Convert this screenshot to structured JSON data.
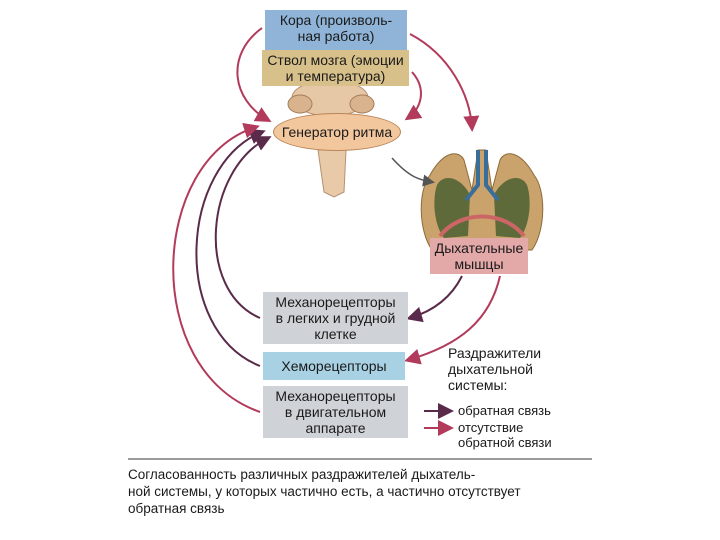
{
  "boxes": {
    "cortex": [
      "Кора (произволь-",
      "ная работа)"
    ],
    "stem": [
      "Ствол мозга (эмоции",
      "и температура)"
    ],
    "generator": "Генератор ритма",
    "muscles": [
      "Дыхательные",
      "мышцы"
    ],
    "mech_lungs": [
      "Механорецепторы",
      "в легких и грудной",
      "клетке"
    ],
    "chemo": "Хеморецепторы",
    "mech_motor": [
      "Механорецепторы",
      "в двигательном",
      "аппарате"
    ]
  },
  "legend": {
    "title": [
      "Раздражители",
      "дыхательной",
      "системы:"
    ],
    "feedback": "обратная связь",
    "no_feedback": [
      "отсутствие",
      "обратной связи"
    ]
  },
  "caption": [
    "Согласованность различных раздражителей дыхатель-",
    "ной системы, у которых частично есть, а частично отсутствует",
    "обратная связь"
  ],
  "colors": {
    "feedback_arrow": "#5a2a4a",
    "no_feedback_arrow": "#b23a5a",
    "cortex": "#8fb4d8",
    "stem": "#d8c08a",
    "generator": "#f3c79e",
    "muscles": "#e3a8a8",
    "mechanoreceptors": "#cfd2d6",
    "chemoreceptors": "#a8d1e3"
  },
  "icons": [
    "brainstem-illustration",
    "lungs-illustration"
  ]
}
